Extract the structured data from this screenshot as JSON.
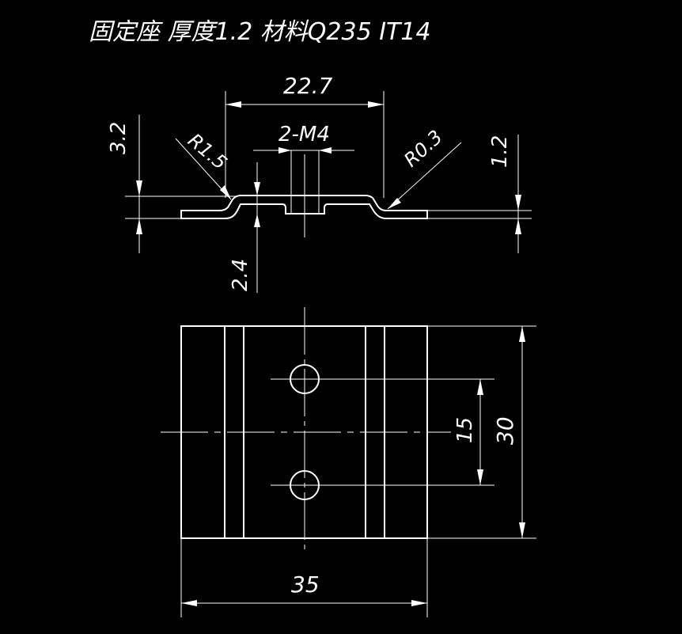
{
  "title": "固定座  厚度1.2 材料Q235 IT14",
  "dimensions": {
    "top_width": "22.7",
    "hole_callout": "2-M4",
    "height_total": "3.2",
    "radius_left": "R1.5",
    "radius_right": "R0.3",
    "thickness": "1.2",
    "step_height": "2.4",
    "hole_spacing": "15",
    "plate_height": "30",
    "plate_width": "35"
  },
  "colors": {
    "background": "#000000",
    "line": "#ffffff"
  }
}
